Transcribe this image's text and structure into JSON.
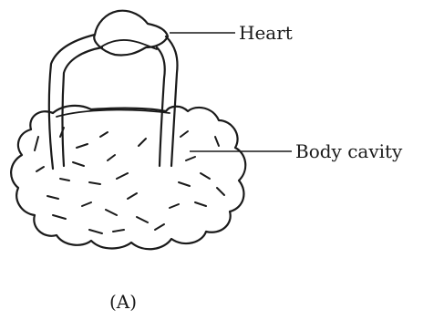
{
  "figure": {
    "labels": {
      "heart": "Heart",
      "body_cavity": "Body cavity",
      "caption": "(A)"
    }
  }
}
